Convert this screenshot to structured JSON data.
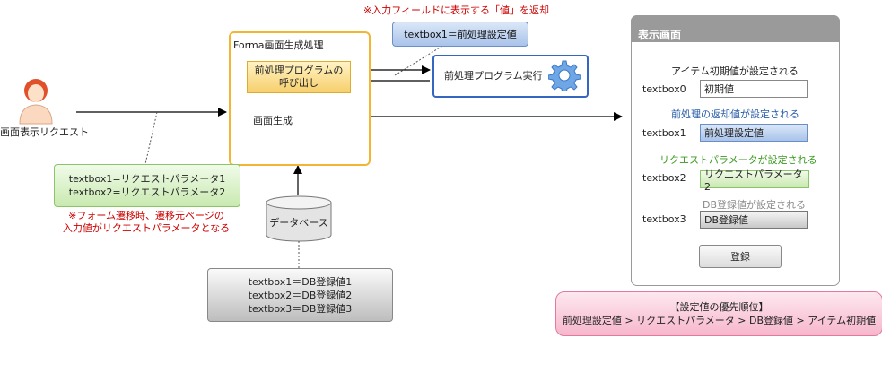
{
  "user": {
    "label": "画面表示リクエスト",
    "icon": "person-icon"
  },
  "top_note": "※入力フィールドに表示する「値」を返却",
  "returned_value": "textbox1＝前処理設定値",
  "forma": {
    "title": "Forma画面生成処理",
    "preprocess_call_line1": "前処理プログラムの",
    "preprocess_call_line2": "呼び出し",
    "screen_generation": "画面生成"
  },
  "preprocess_exec": {
    "label": "前処理プログラム実行",
    "icon": "gear-icon"
  },
  "request_params": {
    "line1": "textbox1=リクエストパラメータ1",
    "line2": "textbox2=リクエストパラメータ2",
    "note_line1": "※フォーム遷移時、遷移元ページの",
    "note_line2": "入力値がリクエストパラメータとなる"
  },
  "database": {
    "label": "データベース",
    "line1": "textbox1＝DB登録値1",
    "line2": "textbox2＝DB登録値2",
    "line3": "textbox3＝DB登録値3"
  },
  "screen": {
    "title": "表示画面",
    "rows": [
      {
        "caption": "アイテム初期値が設定される",
        "label": "textbox0",
        "value": "初期値"
      },
      {
        "caption": "前処理の返却値が設定される",
        "label": "textbox1",
        "value": "前処理設定値"
      },
      {
        "caption": "リクエストパラメータが設定される",
        "label": "textbox2",
        "value": "リクエストパラメータ2"
      },
      {
        "caption": "DB登録値が設定される",
        "label": "textbox3",
        "value": "DB登録値"
      }
    ],
    "register_button": "登録"
  },
  "priority": {
    "title": "【設定値の優先順位】",
    "order": "前処理設定値 > リクエストパラメータ > DB登録値 > アイテム初期値"
  },
  "colors": {
    "forma_border": "#f2b632",
    "exec_border": "#3566c0",
    "note_red": "#cc0000",
    "caption_blue": "#2a5ea8",
    "caption_green": "#3a9a20",
    "caption_grey": "#8a8a8a"
  }
}
